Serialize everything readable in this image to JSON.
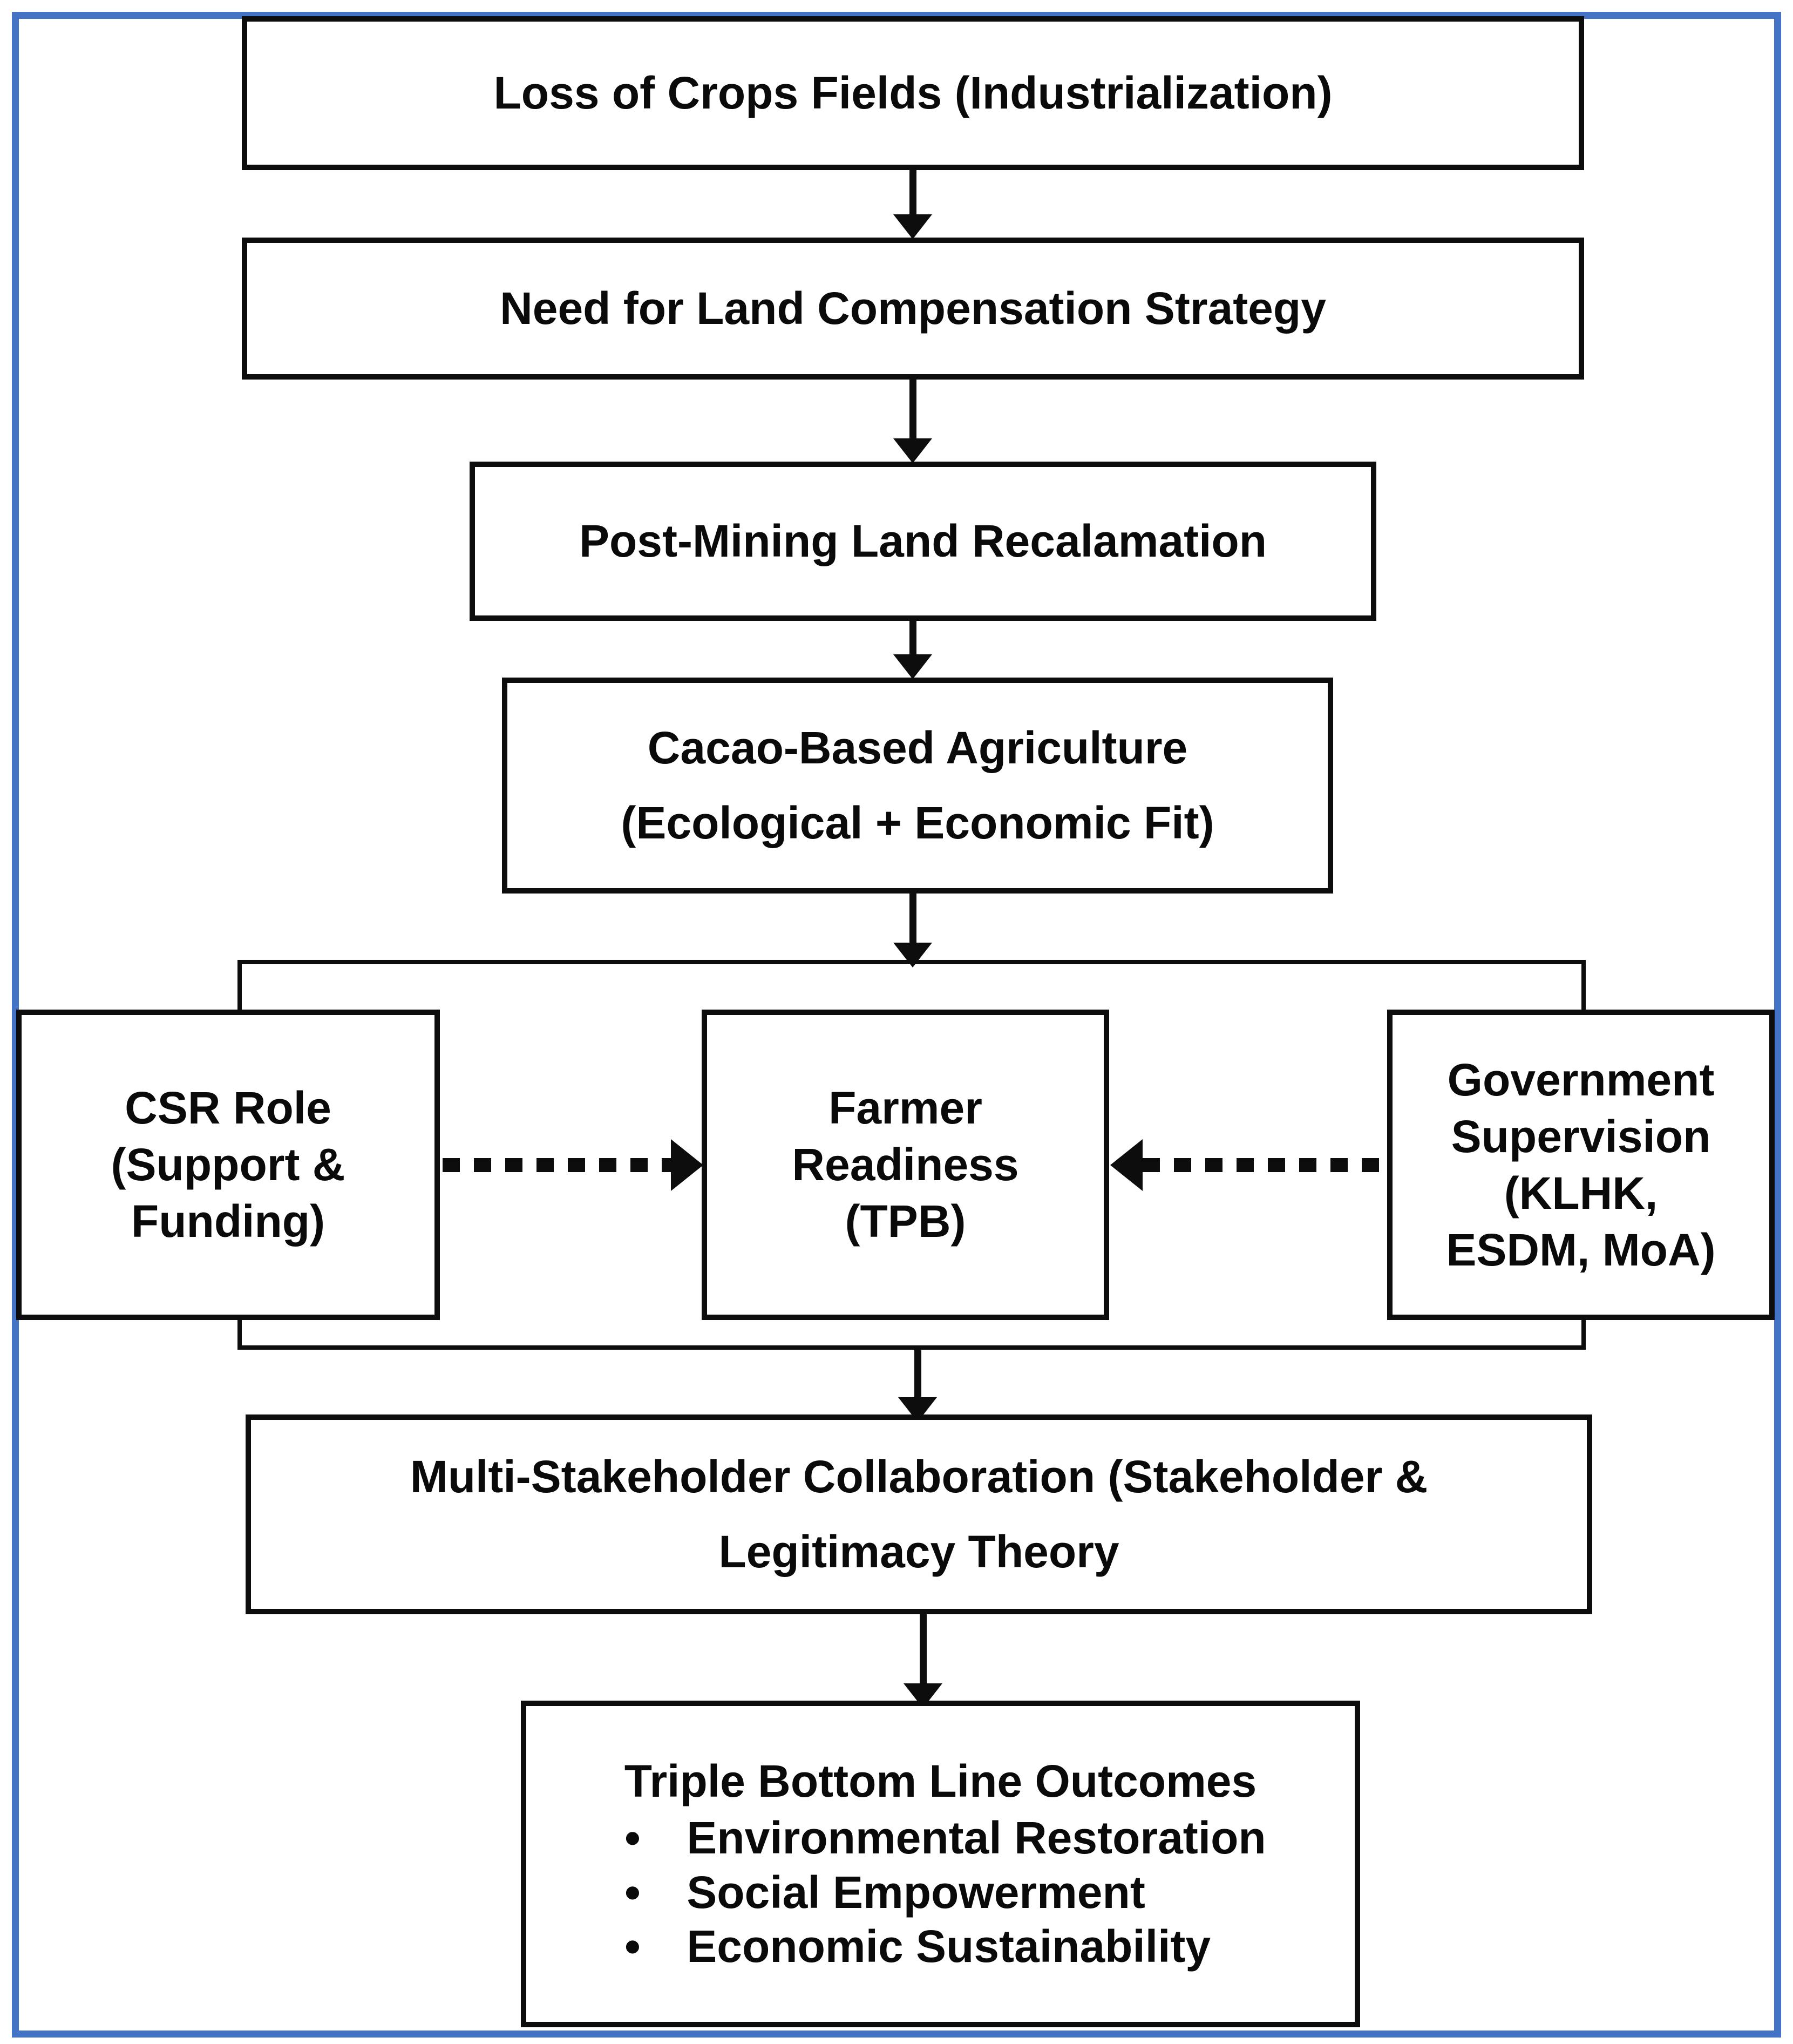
{
  "colors": {
    "frame": "#4472C4",
    "stroke": "#0d0d0d",
    "text": "#0a0a0a"
  },
  "boxes": {
    "loss": {
      "label": "Loss of Crops Fields (Industrialization)"
    },
    "need": {
      "label": "Need for Land Compensation Strategy"
    },
    "postmining": {
      "label": "Post-Mining Land Recalamation"
    },
    "cacao": {
      "lines": [
        "Cacao-Based Agriculture",
        "(Ecological + Economic Fit)"
      ]
    },
    "csr": {
      "lines": [
        "CSR Role",
        "(Support &",
        "Funding)"
      ]
    },
    "farmer": {
      "lines": [
        "Farmer",
        "Readiness",
        "(TPB)"
      ]
    },
    "government": {
      "lines": [
        "Government",
        "Supervision",
        "(KLHK,",
        "ESDM, MoA)"
      ]
    },
    "multi": {
      "lines": [
        "Multi-Stakeholder Collaboration (Stakeholder &",
        "Legitimacy Theory"
      ]
    },
    "triple": {
      "title": "Triple Bottom Line Outcomes",
      "bullets": [
        "Environmental Restoration",
        "Social Empowerment",
        "Economic Sustainability"
      ]
    }
  }
}
